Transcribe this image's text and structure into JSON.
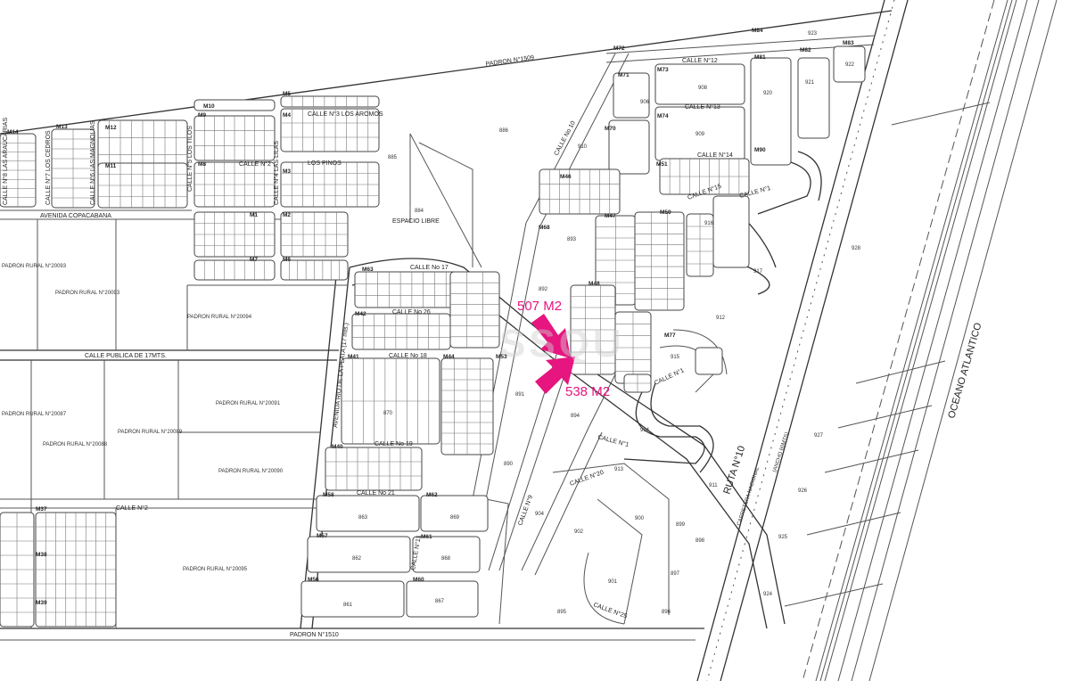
{
  "map": {
    "highlight_color": "#e6157f",
    "watermark": "SSQU",
    "highlights": [
      "507 M2",
      "538 M2"
    ],
    "boundaries": [
      "PADRON N°1509",
      "PADRON N°1510"
    ],
    "streets": [
      "AVENIDA COPACABANA",
      "CALLE PUBLICA DE 17MTS.",
      "AVENIDA RIO DE LA PLATA (17 mts.)",
      "CALLE No 17",
      "CALLE No 26",
      "CALLE No 18",
      "CALLE No 19",
      "CALLE No 21",
      "CALLE N°2",
      "CALLE N°2",
      "CALLE N°3 LOS AROMOS",
      "LOS PINOS",
      "CALLE N°8 LAS ARAUCARIAS",
      "CALLE N°7 LOS CEDROS",
      "CALLE N°6 LAS MAGNOLIAS",
      "CALLE N°5 LOS TILOS",
      "CALLE N°4 LAS LILAS",
      "CALLE N°12",
      "CALLE N°13",
      "CALLE N°14",
      "CALLE N°15",
      "CALLE N°1",
      "CALLE N°1",
      "CALLE N°1",
      "CALLE N°20",
      "CALLE N°25",
      "CALLE No 10",
      "CALLE N°9",
      "CALLE N°11",
      "ESPACIO LIBRE",
      "RUTA N°10",
      "(ANCHO 60MTS)",
      "CARRETERA NACIONAL",
      "OCEANO ATLANTICO"
    ],
    "padrones": [
      "PADRON RURAL N°20093",
      "PADRON RURAL N°20093",
      "PADRON RURAL N°20094",
      "PADRON RURAL N°20087",
      "PADRON RURAL N°20088",
      "PADRON RURAL N°20089",
      "PADRON RURAL N°20091",
      "PADRON RURAL N°20090",
      "PADRON RURAL N°20095"
    ],
    "blocks": [
      "M14",
      "M13",
      "M12",
      "M11",
      "M10",
      "M9",
      "M8",
      "M5",
      "M4",
      "M3",
      "M2",
      "M1",
      "M7",
      "M6",
      "M63",
      "M42",
      "M41",
      "M44",
      "M40",
      "M58",
      "M62",
      "M57",
      "M61",
      "M56",
      "M60",
      "M53",
      "M68",
      "M46",
      "M47",
      "M50",
      "M51",
      "M48",
      "M72",
      "M84",
      "M83",
      "M71",
      "M73",
      "M74",
      "M70",
      "M81",
      "M82",
      "M90",
      "M77",
      "M37",
      "M38",
      "M39"
    ],
    "parcels": [
      "886",
      "885",
      "884",
      "892",
      "891",
      "890",
      "893",
      "870",
      "863",
      "869",
      "862",
      "868",
      "861",
      "867",
      "894",
      "895",
      "896",
      "897",
      "898",
      "899",
      "900",
      "901",
      "902",
      "904",
      "906",
      "908",
      "909",
      "910",
      "911",
      "912",
      "913",
      "914",
      "915",
      "916",
      "917",
      "920",
      "921",
      "922",
      "923",
      "924",
      "925",
      "926",
      "927",
      "928"
    ]
  }
}
